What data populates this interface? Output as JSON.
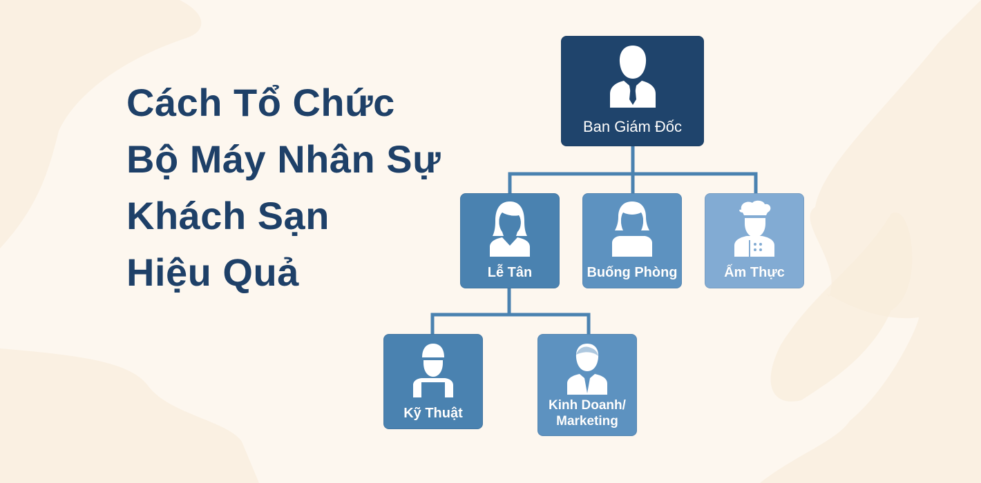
{
  "title": {
    "lines": [
      "Cách Tổ Chức",
      "Bộ Máy Nhân Sự",
      "Khách Sạn",
      "Hiệu Quả"
    ]
  },
  "colors": {
    "background": "#fdf7ef",
    "blob": "#faf0e2",
    "title": "#1e4068",
    "root_box": "#1f446c",
    "box_blue": "#4a82b0",
    "box_mid": "#5d92c0",
    "box_light": "#82abd3",
    "connector": "#4a82b0"
  },
  "org_chart": {
    "root": {
      "label": "Ban Giám Đốc",
      "icon": "businessman-icon"
    },
    "departments": [
      {
        "label": "Lễ Tân",
        "icon": "receptionist-woman-icon"
      },
      {
        "label": "Buống Phòng",
        "icon": "housekeeper-icon"
      },
      {
        "label": "Ấm Thực",
        "icon": "chef-icon"
      }
    ],
    "sub_departments": [
      {
        "parent": "Lễ Tân",
        "label": "Kỹ Thuật",
        "icon": "technician-icon"
      },
      {
        "parent": "Lễ Tân",
        "label_line1": "Kinh Doanh/",
        "label_line2": "Marketing",
        "icon": "salesman-icon"
      }
    ]
  }
}
